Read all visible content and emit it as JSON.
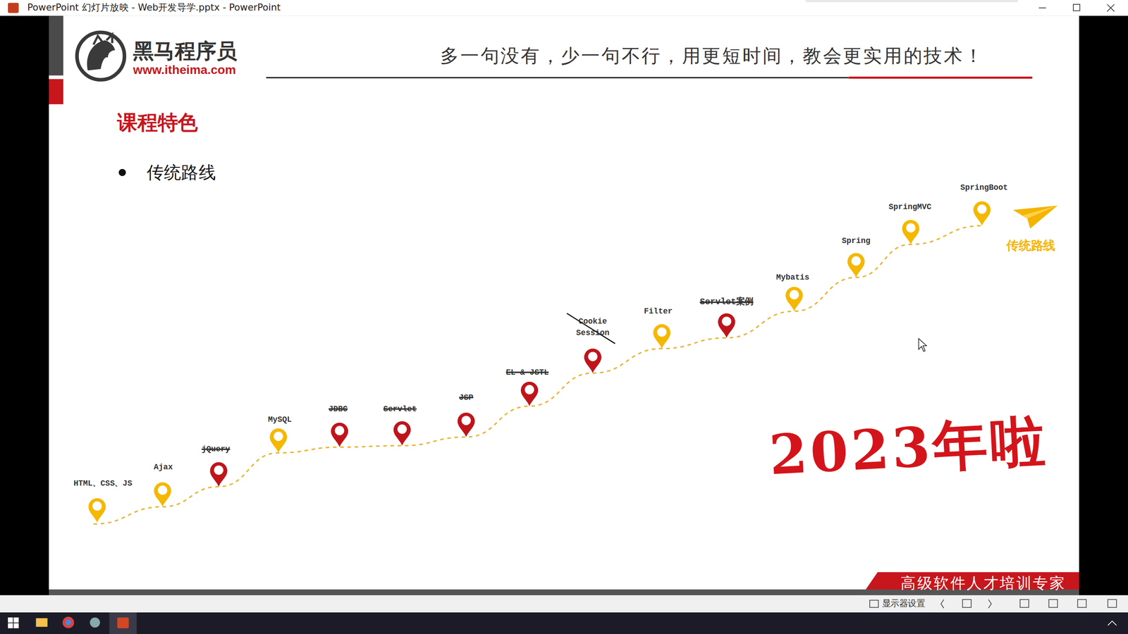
{
  "diagram": {
    "title": "课程特色",
    "labels": [
      "PowerPoint 幻灯片放映  -  Web开发导学.pptx  -  PowerPoint",
      "黑马程序员",
      "www.itheima.com",
      "多一句没有，少一句不行，用更短时间，教会更实用的技术！",
      "传统路线",
      "HTML、CSS、JS",
      "Ajax",
      "jQuery",
      "MySQL",
      "JDBC",
      "Servlet",
      "JSP",
      "EL & JSTL",
      "Cookie Session",
      "Filter",
      "Servlet案例",
      "Mybatis",
      "Spring",
      "SpringMVC",
      "SpringBoot",
      "传统路线",
      "2023年啦",
      "高级软件人才培训专家",
      "显示器设置"
    ]
  }
}
